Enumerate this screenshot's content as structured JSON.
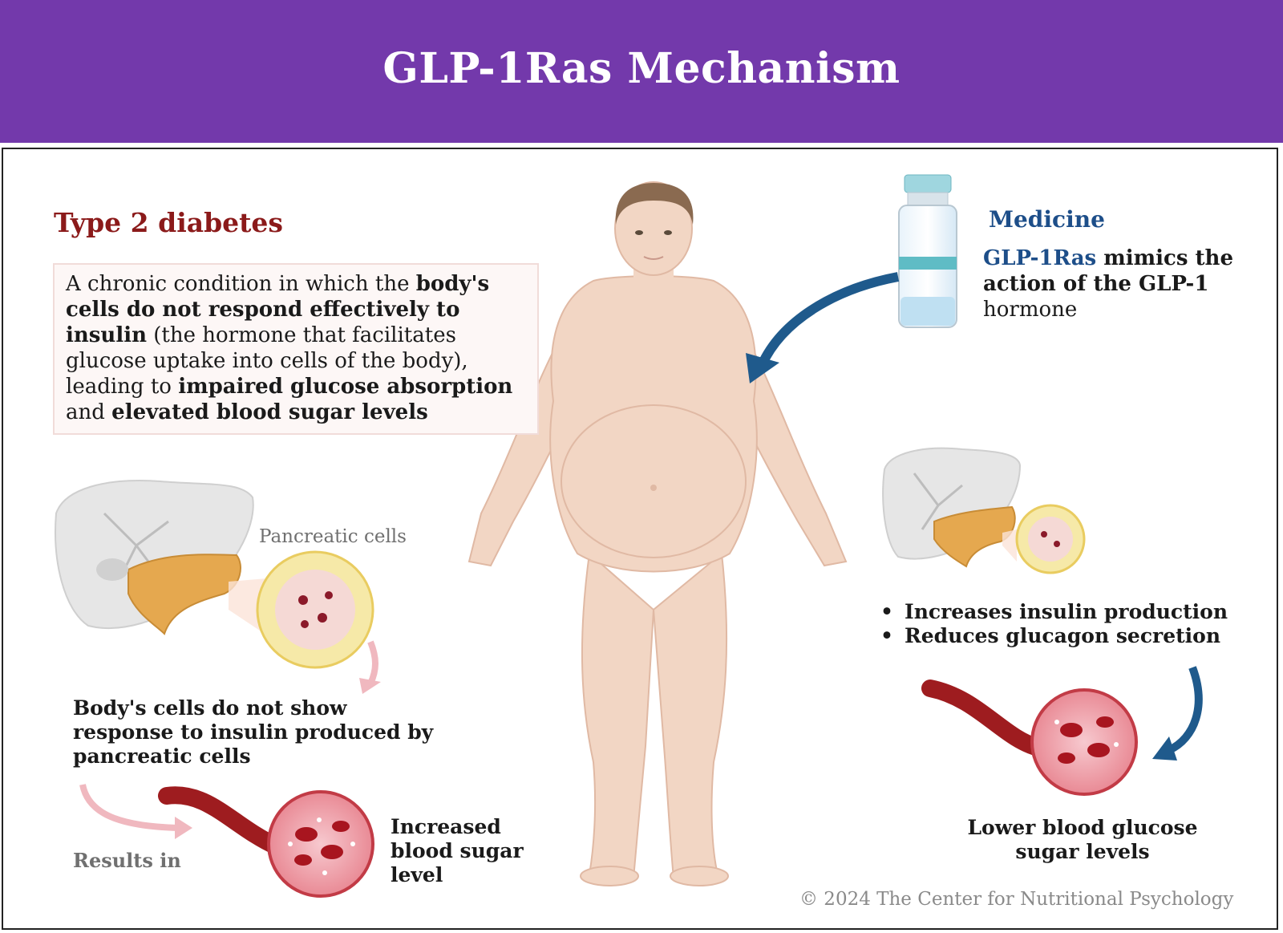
{
  "header": {
    "title": "GLP-1Ras Mechanism"
  },
  "left": {
    "heading": "Type 2 diabetes",
    "definition": {
      "p1": "A chronic condition in which the ",
      "b1": "body's cells do not respond effectively to insulin",
      "p2": " (the hormone that facilitates glucose uptake into cells of the body), leading to ",
      "b2": "impaired glucose absorption",
      "p3": " and ",
      "b3": "elevated blood sugar levels"
    },
    "pancreatic_label": "Pancreatic cells",
    "no_response_text": "Body's cells do not show response to insulin produced by pancreatic cells",
    "results_label": "Results in",
    "increased_text": "Increased blood sugar level"
  },
  "right": {
    "heading": "Medicine",
    "medicine_accent": "GLP-1Ras",
    "medicine_b1": " mimics the action of the GLP-1",
    "medicine_p1": " hormone",
    "bullets": [
      "Increases insulin production",
      "Reduces glucagon secretion"
    ],
    "lower_text": "Lower blood glucose sugar levels"
  },
  "footer": {
    "copyright": "© 2024 The Center for Nutritional Psychology"
  },
  "colors": {
    "header_bg": "#7339ab",
    "left_heading": "#8b1a1a",
    "right_heading": "#1d4e89",
    "arrow_blue": "#1f5a8c",
    "arrow_pink": "#f0b8bf",
    "skin": "#f2d6c4",
    "blood_vessel": "#9e1c1f"
  },
  "icons": [
    "person-figure",
    "vial-icon",
    "liver-pancreas-icon",
    "islet-cells-icon",
    "blood-vessel-icon",
    "arrow-icon"
  ]
}
